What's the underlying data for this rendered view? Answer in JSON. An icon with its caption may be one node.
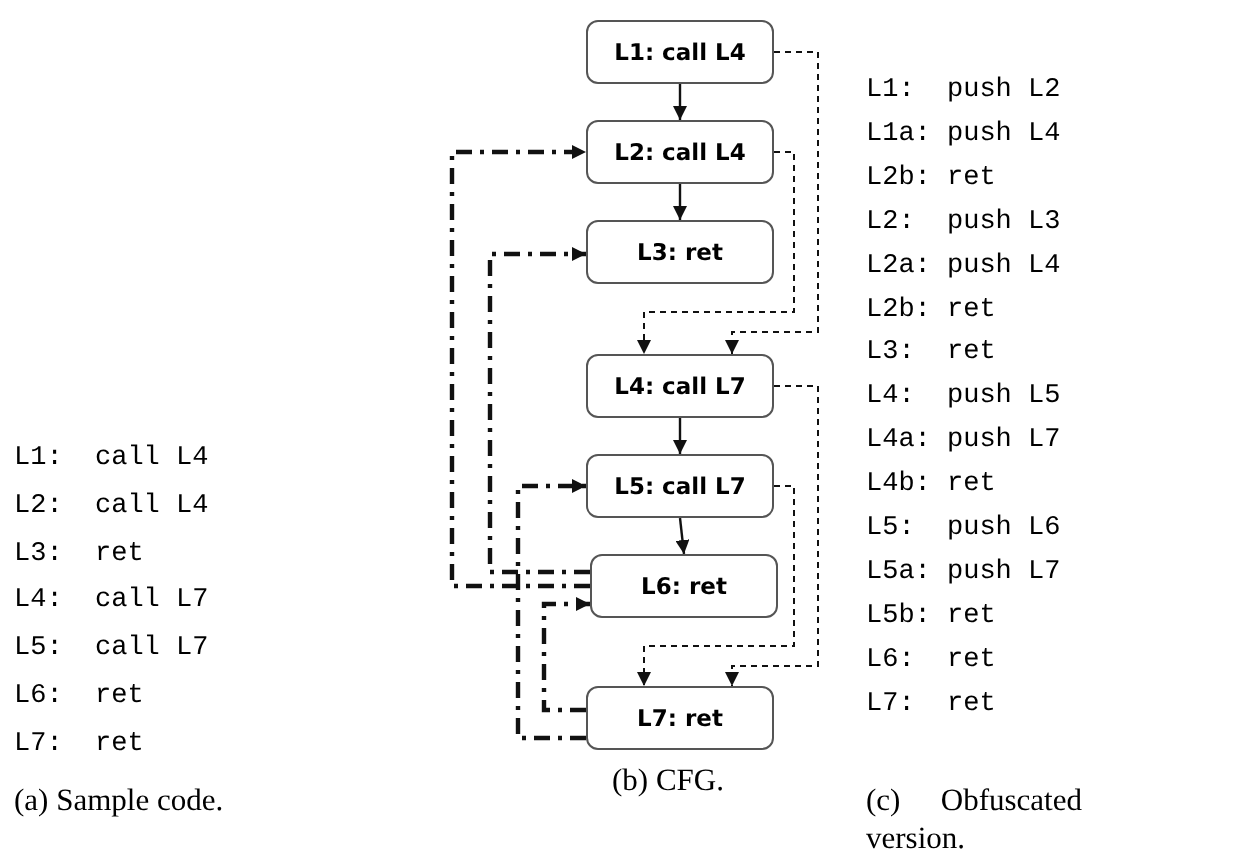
{
  "diagram": {
    "nodes": [
      {
        "text": [
          "L1: call L4"
        ]
      },
      {
        "text": [
          "L2: call L4"
        ]
      },
      {
        "text": [
          "L3: ret"
        ]
      },
      {
        "text": [
          "L4: call L7"
        ]
      },
      {
        "text": [
          "L5: call L7"
        ]
      },
      {
        "text": [
          "L6: ret"
        ]
      },
      {
        "text": [
          "L7: ret"
        ]
      }
    ],
    "edges": [
      {
        "from": 0,
        "to": 1,
        "arrow": "to"
      },
      {
        "from": 1,
        "to": 2,
        "arrow": "to"
      },
      {
        "from": 3,
        "to": 4,
        "arrow": "to"
      },
      {
        "from": 4,
        "to": 5,
        "arrow": "to"
      },
      {
        "from": 0,
        "to": 3,
        "arrow": "to",
        "style": "dashed"
      },
      {
        "from": 1,
        "to": 3,
        "arrow": "to",
        "style": "dashed"
      },
      {
        "from": 3,
        "to": 6,
        "arrow": "to",
        "style": "dashed"
      },
      {
        "from": 4,
        "to": 6,
        "arrow": "to",
        "style": "dashed"
      },
      {
        "from": 5,
        "to": 1,
        "arrow": "to",
        "style": "dashed"
      },
      {
        "from": 5,
        "to": 2,
        "arrow": "to",
        "style": "dashed"
      },
      {
        "from": 6,
        "to": 4,
        "arrow": "to",
        "style": "dashed"
      },
      {
        "from": 6,
        "to": 5,
        "arrow": "to",
        "style": "dashed"
      }
    ],
    "labels": [
      "L1:  call L4",
      "L2:  call L4",
      "L3:  ret",
      "L4:  call L7",
      "L5:  call L7",
      "L6:  ret",
      "L7:  ret",
      "(a) Sample code.",
      "(b) CFG.",
      "L1:  push L2",
      "L1a: push L4",
      "L2b: ret",
      "L2:  push L3",
      "L2a: push L4",
      "L2b: ret",
      "L3:  ret",
      "L4:  push L5",
      "L4a: push L7",
      "L4b: ret",
      "L5:  push L6",
      "L5a: push L7",
      "L5b: ret",
      "L6:  ret",
      "L7:  ret",
      "(c) Obfuscated version."
    ]
  }
}
